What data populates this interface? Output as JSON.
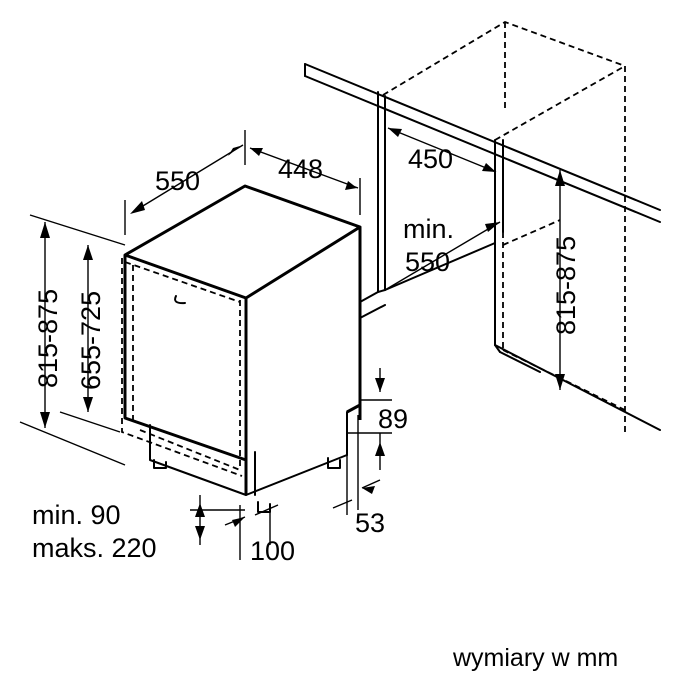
{
  "dimensions": {
    "depth": "550",
    "width": "448",
    "niche_depth": "450",
    "niche_min_label": "min.",
    "niche_min_value": "550",
    "height_range": "815-875",
    "niche_height_range": "815-875",
    "door_height_range": "655-725",
    "plinth_top": "89",
    "plinth_bottom": "53",
    "foot_depth": "100",
    "plinth_min": "min. 90",
    "plinth_max": "maks. 220"
  },
  "caption": "wymiary w mm"
}
